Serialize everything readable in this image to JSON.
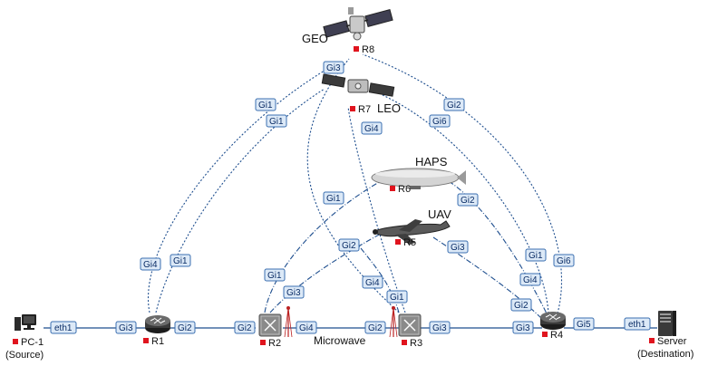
{
  "nodes": {
    "pc": {
      "id": "PC-1",
      "role": "(Source)"
    },
    "server": {
      "id": "Server",
      "role": "(Destination)"
    },
    "r1": {
      "id": "R1"
    },
    "r2": {
      "id": "R2"
    },
    "r3": {
      "id": "R3"
    },
    "r4": {
      "id": "R4"
    },
    "r5": {
      "id": "R5",
      "platform": "UAV"
    },
    "r6": {
      "id": "R6",
      "platform": "HAPS"
    },
    "r7": {
      "id": "R7",
      "platform": "LEO"
    },
    "r8": {
      "id": "R8",
      "platform": "GEO"
    }
  },
  "link_labels": {
    "microwave": "Microwave"
  },
  "ports": {
    "pc_eth1": "eth1",
    "r1_gi3": "Gi3",
    "r1_gi2": "Gi2",
    "r1_gi4": "Gi4",
    "r1_gi1": "Gi1",
    "r2_gi2": "Gi2",
    "r2_gi4": "Gi4",
    "r2_gi3": "Gi3",
    "r2_gi1": "Gi1",
    "r3_gi2": "Gi2",
    "r3_gi3": "Gi3",
    "r3_gi1": "Gi1",
    "r3_gi4": "Gi4",
    "r4_gi3": "Gi3",
    "r4_gi5": "Gi5",
    "r4_gi2": "Gi2",
    "r4_gi4": "Gi4",
    "r4_gi1": "Gi1",
    "r4_gi6": "Gi6",
    "srv_eth1": "eth1",
    "r5_gi2": "Gi2",
    "r5_gi3": "Gi3",
    "r6_gi1": "Gi1",
    "r6_gi2": "Gi2",
    "r7_gi1": "Gi1",
    "r7_gi6": "Gi6",
    "r7_gi4": "Gi4",
    "r8_gi3": "Gi3",
    "r8_gi1": "Gi1",
    "r8_gi2": "Gi2"
  },
  "colors": {
    "link": "#1f4f8f",
    "port_fill": "#dce9f7",
    "port_stroke": "#3b6fb0",
    "node_marker": "#e0141e"
  }
}
